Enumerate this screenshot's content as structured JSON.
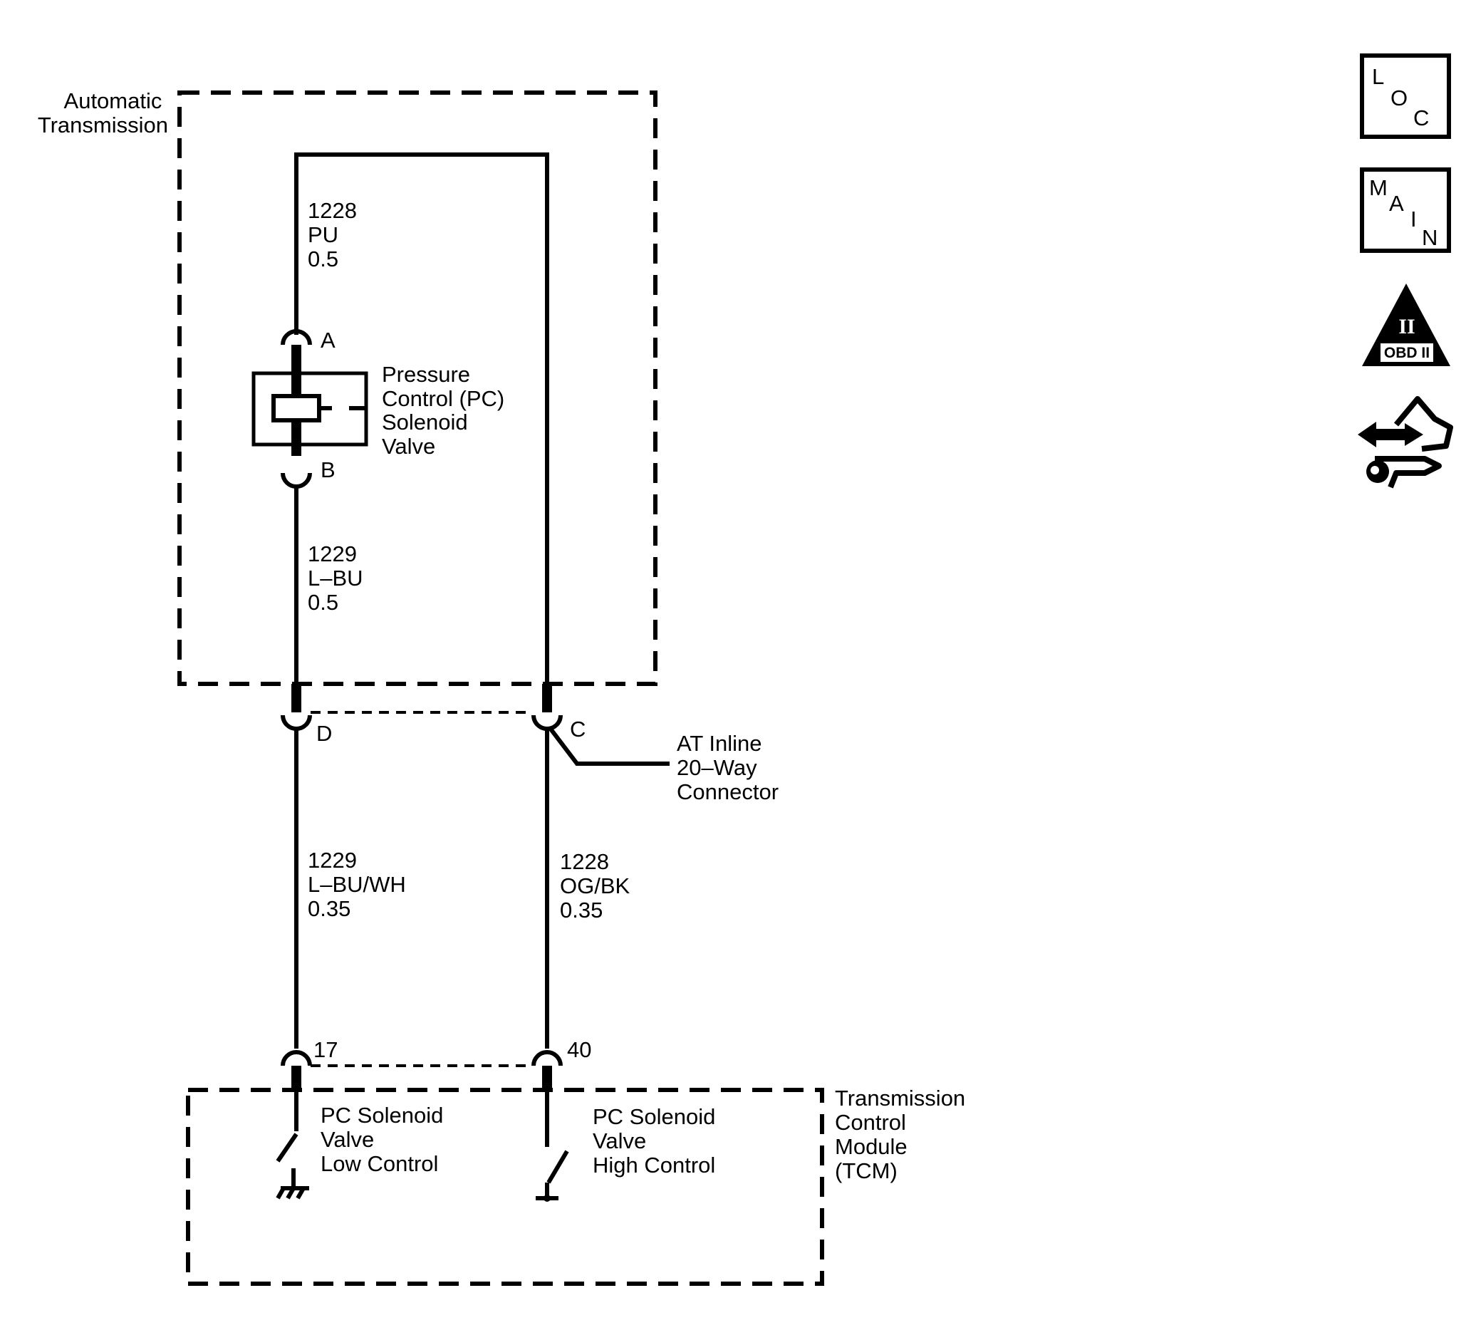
{
  "modules": {
    "automatic_transmission": [
      "Automatic",
      "Transmission"
    ],
    "tcm": [
      "Transmission",
      "Control",
      "Module",
      "(TCM)"
    ]
  },
  "solenoid": {
    "label": [
      "Pressure",
      "Control (PC)",
      "Solenoid",
      "Valve"
    ],
    "pin_a": "A",
    "pin_b": "B"
  },
  "wires": {
    "top_1228": [
      "1228",
      "PU",
      "0.5"
    ],
    "mid_1229": [
      "1229",
      "L–BU",
      "0.5"
    ],
    "low_1229": [
      "1229",
      "L–BU/WH",
      "0.35"
    ],
    "low_1228": [
      "1228",
      "OG/BK",
      "0.35"
    ]
  },
  "connector": {
    "label": [
      "AT Inline",
      "20–Way",
      "Connector"
    ],
    "pin_d": "D",
    "pin_c": "C"
  },
  "tcm_pins": {
    "pin_17": "17",
    "pin_40": "40"
  },
  "tcm_switches": {
    "low": [
      "PC Solenoid",
      "Valve",
      "Low Control"
    ],
    "high": [
      "PC Solenoid",
      "Valve",
      "High Control"
    ]
  },
  "side_icons": {
    "loc": [
      "L",
      "O",
      "C"
    ],
    "main": [
      "M",
      "A",
      "I",
      "N"
    ],
    "obd": {
      "numeral": "II",
      "label": "OBD II"
    },
    "service": "service-hand-wrench-icon"
  }
}
